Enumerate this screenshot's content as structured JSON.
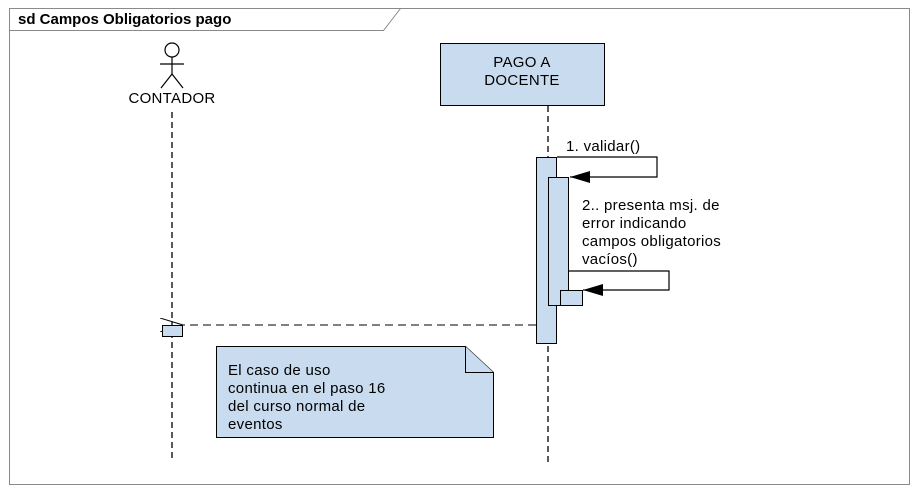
{
  "frame": {
    "title": "sd Campos Obligatorios pago"
  },
  "actor": {
    "name": "CONTADOR",
    "icon": "stick-figure-icon"
  },
  "lifeline": {
    "name_line1": "PAGO A",
    "name_line2": "DOCENTE"
  },
  "messages": {
    "m1": "1. validar()",
    "m2_line1": "2.. presenta msj. de",
    "m2_line2": "error indicando",
    "m2_line3": "campos obligatorios",
    "m2_line4": "vacíos()"
  },
  "note": {
    "line1": "El caso de uso",
    "line2": "continua en el paso 16",
    "line3": "del  curso normal de",
    "line4": "eventos"
  },
  "colors": {
    "box_fill": "#c9dcef",
    "note_fill": "#c9dcef",
    "stroke": "#000000",
    "frame_stroke": "#8a8a8a"
  }
}
